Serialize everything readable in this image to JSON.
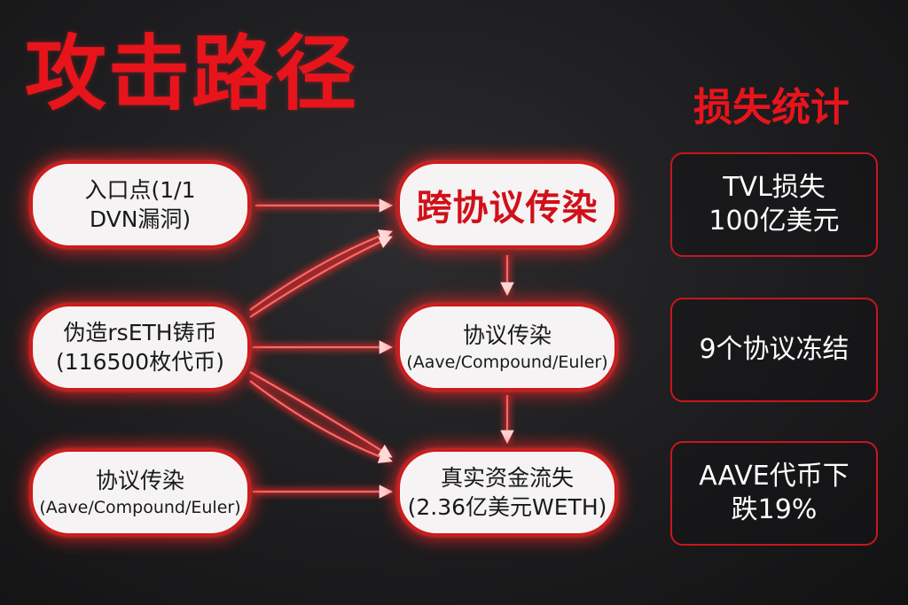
{
  "title": "攻击路径",
  "stats_title": "损失统计",
  "nodes": {
    "entry": {
      "line1": "入口点(1/1",
      "line2": "DVN漏洞)"
    },
    "forge": {
      "line1": "伪造rsETH铸币",
      "line2": "(116500枚代币)"
    },
    "infect_left": {
      "line1": "协议传染",
      "line2": "(Aave/Compound/Euler)"
    },
    "cross": {
      "label": "跨协议传染"
    },
    "infect_mid": {
      "line1": "协议传染",
      "line2": "(Aave/Compound/Euler)"
    },
    "loss": {
      "line1": "真实资金流失",
      "line2": "(2.36亿美元WETH)"
    }
  },
  "stats": [
    {
      "line1": "TVL损失",
      "line2": "100亿美元"
    },
    {
      "line1": "9个协议冻结",
      "line2": ""
    },
    {
      "line1": "AAVE代币下",
      "line2": "跌19%"
    }
  ],
  "colors": {
    "accent": "#e8141c",
    "node_bg": "#f5f3f3",
    "background": "#1d1d1f"
  }
}
